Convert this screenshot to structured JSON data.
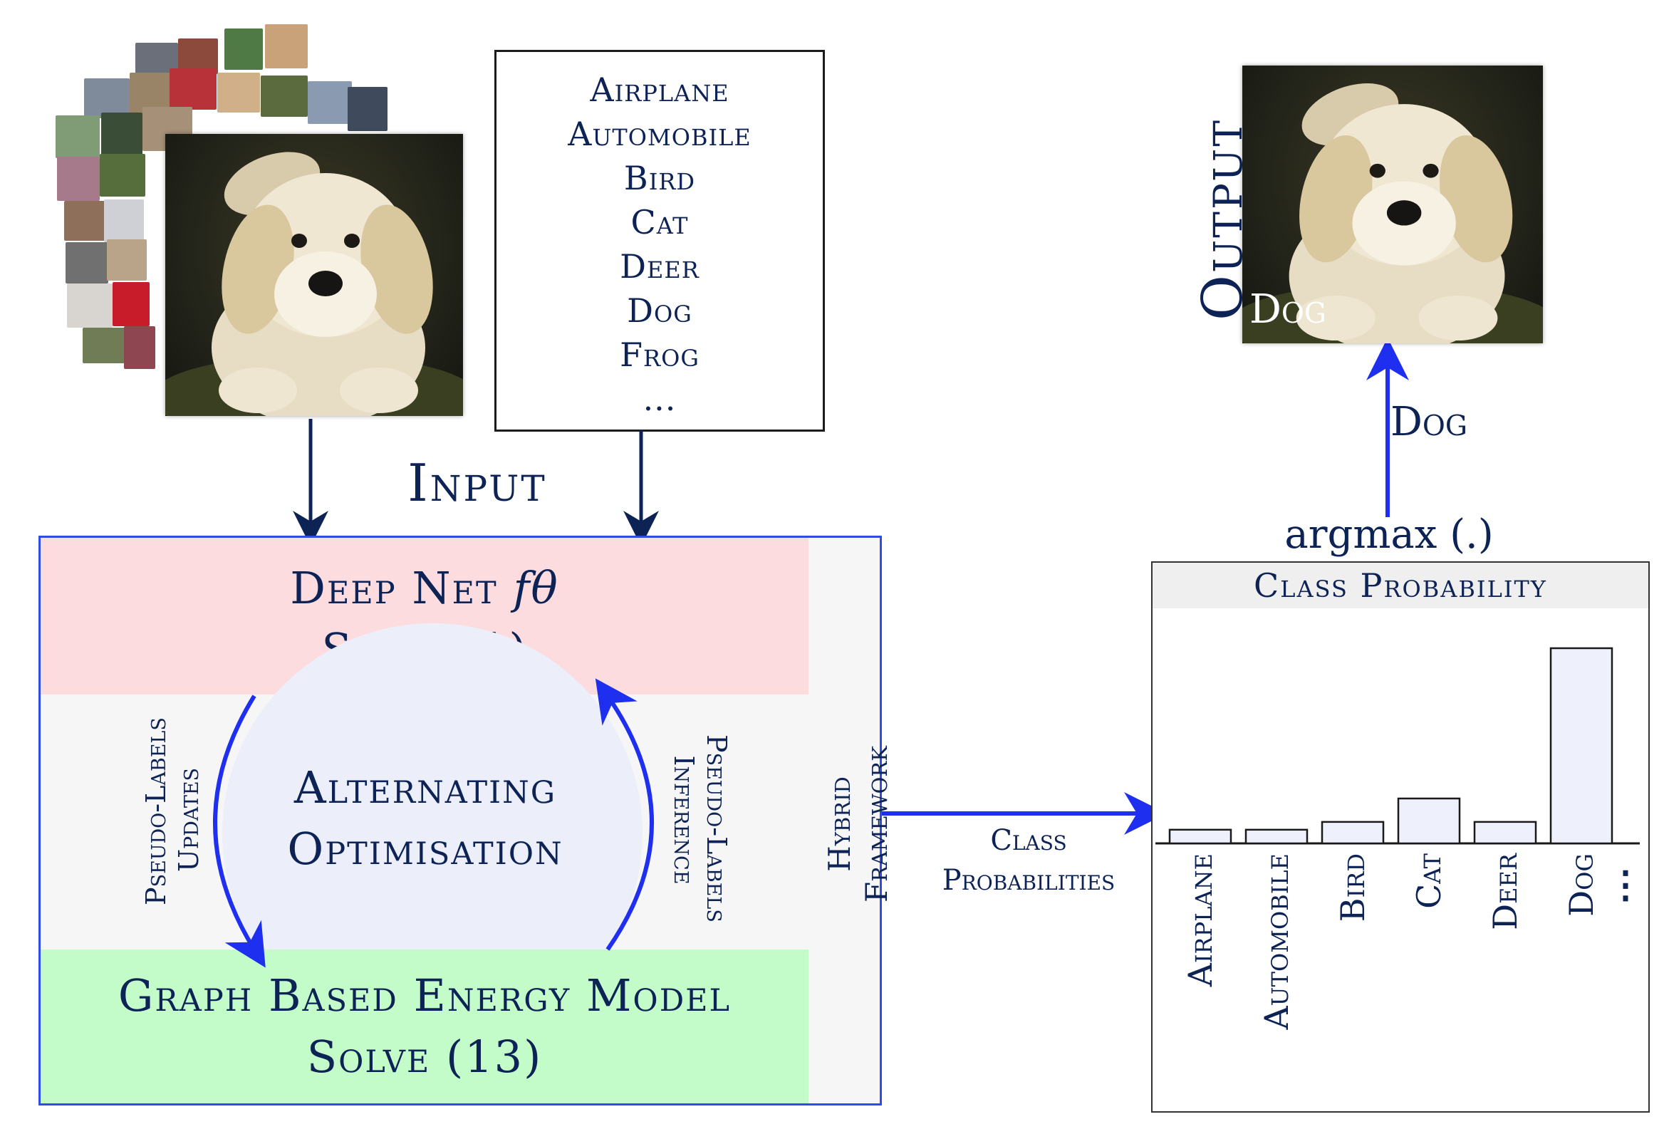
{
  "classes": [
    "Airplane",
    "Automobile",
    "Bird",
    "Cat",
    "Deer",
    "Dog",
    "Frog",
    "..."
  ],
  "input_label": "Input",
  "output_label": "Output",
  "output_image_caption": "Dog",
  "argmax_label": "argmax (.)",
  "predicted_class": "Dog",
  "framework": {
    "deep_net_title": "Deep Net",
    "deep_net_symbol": "fθ",
    "deep_net_solve": "Solve (1)",
    "alternating_line1": "Alternating",
    "alternating_line2": "Optimisation",
    "left_arrow_line1": "Pseudo-Labels",
    "left_arrow_line2": "Updates",
    "right_arrow_line1": "Pseudo-Labels",
    "right_arrow_line2": "Inference",
    "side_label_line1": "Hybrid",
    "side_label_line2": "Framework",
    "graph_model_title": "Graph Based Energy Model",
    "graph_model_solve": "Solve (13)"
  },
  "class_probabilities_line1": "Class",
  "class_probabilities_line2": "Probabilities",
  "chart_data": {
    "type": "bar",
    "title": "Class Probability",
    "categories": [
      "Airplane",
      "Automobile",
      "Bird",
      "Cat",
      "Deer",
      "Dog"
    ],
    "values": [
      0.07,
      0.07,
      0.11,
      0.23,
      0.11,
      1.0
    ],
    "trailing_marker": "⋮",
    "colors": {
      "bar_fill": "#eef0fb",
      "bar_stroke": "#1a1a1a"
    }
  },
  "colors": {
    "navy": "#0d2356",
    "blue_arrow": "#1f2ff0",
    "frame_blue": "#2f4de6"
  }
}
